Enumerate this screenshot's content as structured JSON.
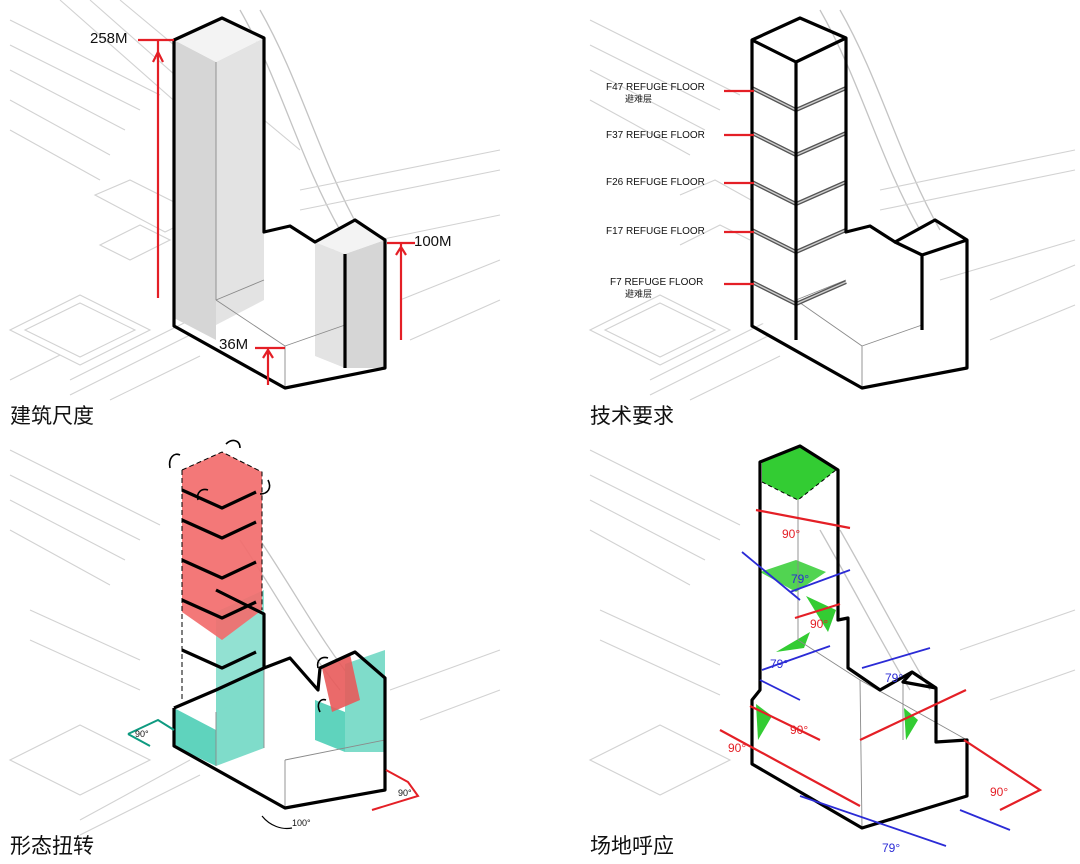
{
  "panels": {
    "scale": {
      "caption": "建筑尺度",
      "labels": {
        "tower_height": "258M",
        "wing_height": "100M",
        "podium_height": "36M"
      }
    },
    "technical": {
      "caption": "技术要求",
      "floors": [
        {
          "name": "F47 REFUGE FLOOR",
          "sub": "避难层"
        },
        {
          "name": "F37 REFUGE FLOOR",
          "sub": ""
        },
        {
          "name": "F26 REFUGE FLOOR",
          "sub": ""
        },
        {
          "name": "F17 REFUGE FLOOR",
          "sub": ""
        },
        {
          "name": "F7 REFUGE FLOOR",
          "sub": "避难层"
        }
      ]
    },
    "twist": {
      "caption": "形态扭转",
      "angles": {
        "left": "90°",
        "right": "90°",
        "bottom": "100°"
      }
    },
    "site": {
      "caption": "场地呼应",
      "angles": {
        "a1": "90°",
        "a2": "79°",
        "a3": "90°",
        "a4": "79°",
        "a5": "79°",
        "a6": "90°",
        "a7": "90°",
        "a8": "90°",
        "a9": "79°"
      }
    }
  },
  "colors": {
    "red_line": "#e41f26",
    "blue_line": "#2b2bd6",
    "twist_red": "#f26d6d",
    "twist_teal": "#5fd3bd",
    "site_green": "#33cc33",
    "massing_grey": "#d9d9d9"
  }
}
